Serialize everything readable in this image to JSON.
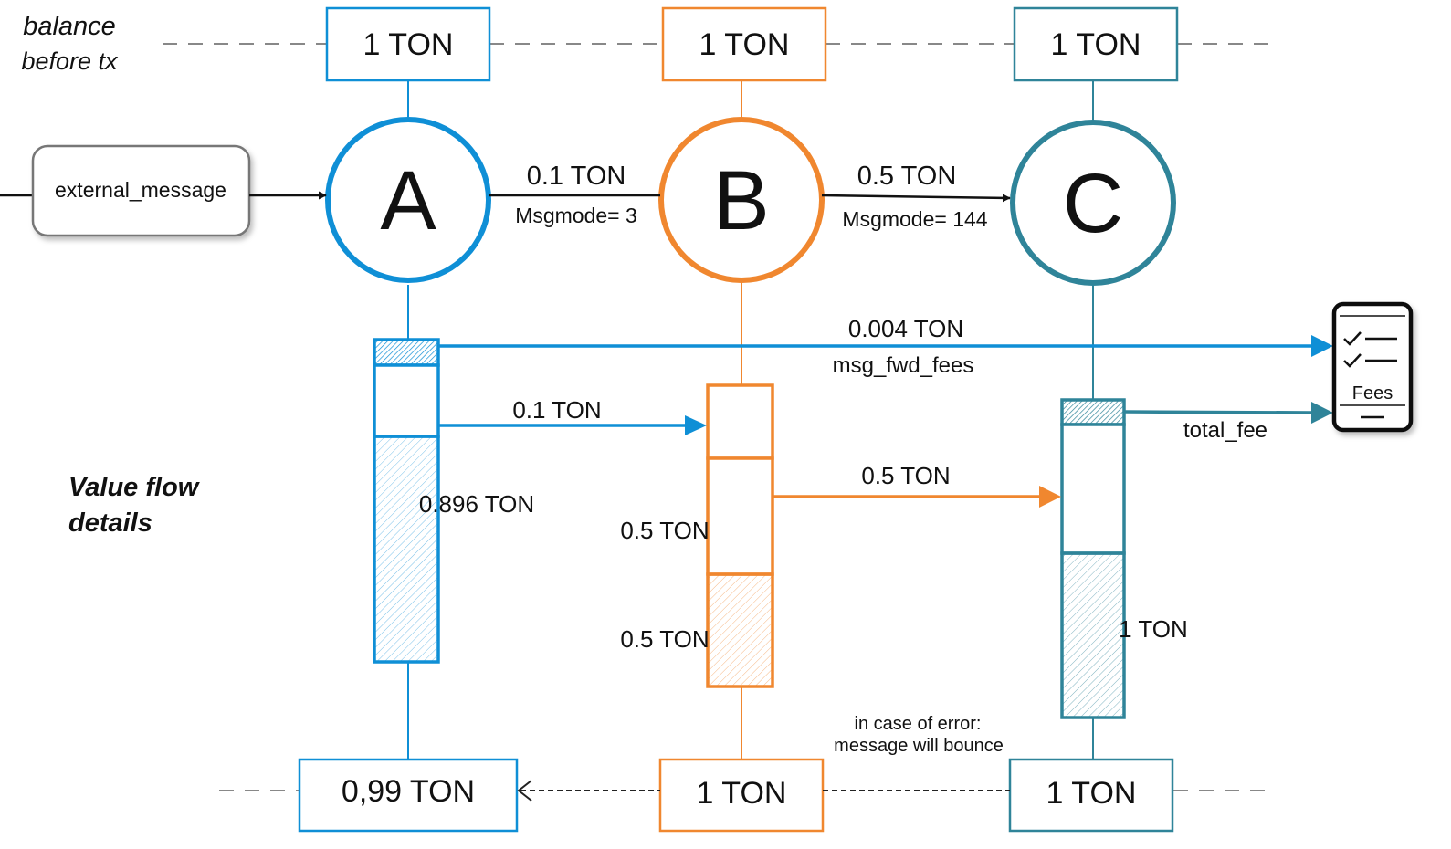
{
  "colors": {
    "a": "#0f8fd6",
    "b": "#f0872f",
    "c": "#2f8499",
    "text": "#111111",
    "dash": "#888888"
  },
  "labels": {
    "balance_line1": "balance",
    "balance_line2": "before tx",
    "value_flow_line1": "Value flow",
    "value_flow_line2": "details",
    "external_message": "external_message",
    "bounce_line1": "in case of error:",
    "bounce_line2": "message will bounce"
  },
  "nodes": {
    "a": {
      "letter": "A",
      "before": "1 TON",
      "after": "0,99 TON"
    },
    "b": {
      "letter": "B",
      "before": "1 TON",
      "after": "1 TON"
    },
    "c": {
      "letter": "C",
      "before": "1 TON",
      "after": "1 TON"
    }
  },
  "messages": {
    "ab_value": "0.1 TON",
    "ab_mode": "Msgmode= 3",
    "bc_value": "0.5 TON",
    "bc_mode": "Msgmode= 144"
  },
  "flows": {
    "fwd_fee_value": "0.004 TON",
    "fwd_fee_label": "msg_fwd_fees",
    "a_to_b": "0.1 TON",
    "a_remaining": "0.896 TON",
    "b_to_c": "0.5 TON",
    "b_part1": "0.5 TON",
    "b_part2": "0.5 TON",
    "c_total_fee": "total_fee",
    "c_remaining": "1 TON"
  },
  "fees_device": {
    "label": "Fees",
    "icon": "checklist-phone-icon"
  }
}
